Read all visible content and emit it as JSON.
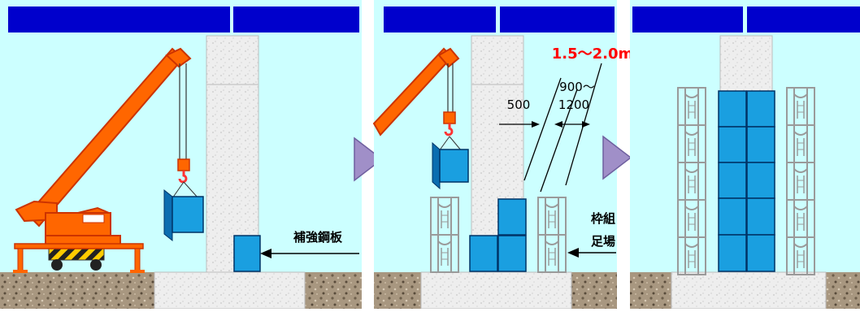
{
  "panel1": {
    "label_reinforcing_plate": "補強鋼板"
  },
  "panel2": {
    "label_span": "1.5～2.0m",
    "label_500": "500",
    "label_900": "900～",
    "label_1200": "1200",
    "label_scaffold_line1": "枠組",
    "label_scaffold_line2": "足場"
  },
  "colors": {
    "background": "#ccffff",
    "header_bar": "#0000cc",
    "crane": "#ff6600",
    "panel_block": "#1a9fe0",
    "arrow": "#a08fc8",
    "span_label": "#ff0000"
  }
}
